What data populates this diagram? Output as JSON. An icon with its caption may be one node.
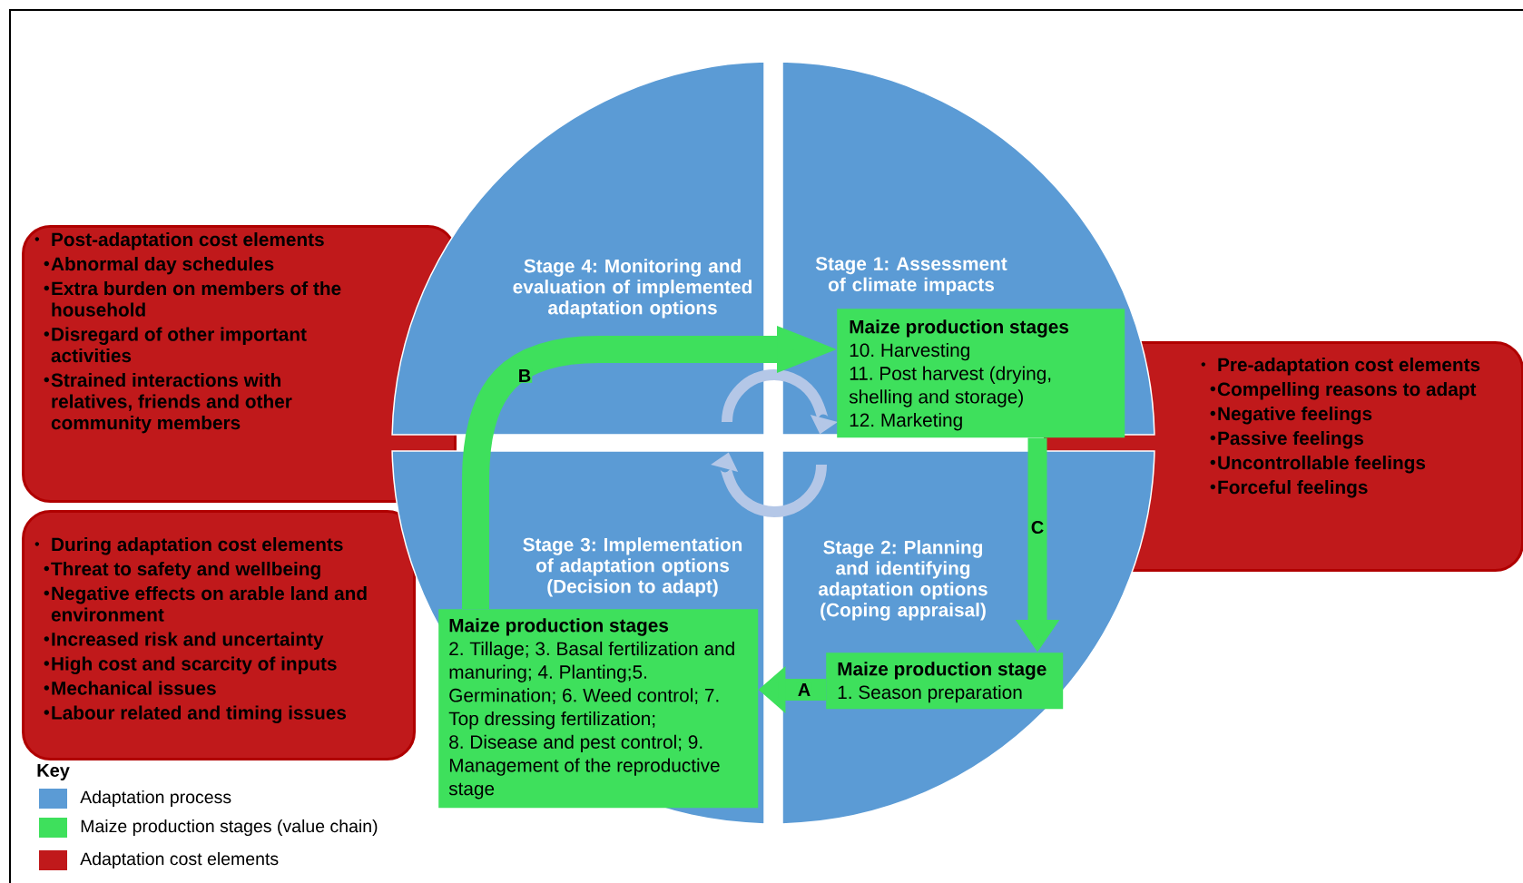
{
  "diagram": {
    "nodes": [
      {
        "text": [
          "Post-adaptation cost elements",
          "Abnormal day schedules",
          "Extra burden on members of the household",
          "Disregard of other important activities",
          "Strained interactions with relatives, friends and other community members"
        ]
      },
      {
        "text": [
          "During adaptation cost elements",
          "Threat to safety and wellbeing",
          "Negative effects on arable land and environment",
          "Increased risk and uncertainty",
          "High cost and scarcity of inputs",
          "Mechanical issues",
          "Labour related and timing issues"
        ]
      },
      {
        "text": [
          "Pre-adaptation cost elements",
          "Compelling reasons to adapt",
          "Negative feelings",
          "Passive feelings",
          "Uncontrollable feelings",
          "Forceful feelings"
        ]
      },
      {
        "text": [
          "Stage 4: Monitoring and evaluation of implemented adaptation options"
        ]
      },
      {
        "text": [
          "Stage 1: Assessment of climate impacts"
        ]
      },
      {
        "text": [
          "Stage 3: Implementation of adaptation options (Decision to adapt)"
        ]
      },
      {
        "text": [
          "Stage 2: Planning and identifying adaptation options (Coping appraisal)"
        ]
      },
      {
        "text": [
          "Maize production stages",
          "10. Harvesting",
          "11. Post harvest (drying, shelling and storage)",
          "12. Marketing"
        ]
      },
      {
        "text": [
          "Maize production stage",
          "1. Season preparation"
        ]
      },
      {
        "text": [
          "Maize production stages",
          "2. Tillage; 3. Basal fertilization and manuring; 4. Planting;5. Germination; 6. Weed control; 7. Top dressing fertilization;",
          "8. Disease and pest control; 9. Management of the reproductive stage"
        ]
      }
    ],
    "edges": [
      {
        "from": 7,
        "to": 8,
        "arrow": "to",
        "label": "C"
      },
      {
        "from": 8,
        "to": 9,
        "arrow": "to",
        "label": "A"
      },
      {
        "from": 9,
        "to": 7,
        "arrow": "to",
        "label": "B"
      }
    ],
    "labels": [
      "Key"
    ],
    "legend": [
      {
        "text": "Adaptation process",
        "color": "#5b9bd5"
      },
      {
        "text": "Maize production stages (value chain)",
        "color": "#3ee05c"
      },
      {
        "text": "Adaptation cost elements",
        "color": "#c0191b"
      }
    ]
  }
}
